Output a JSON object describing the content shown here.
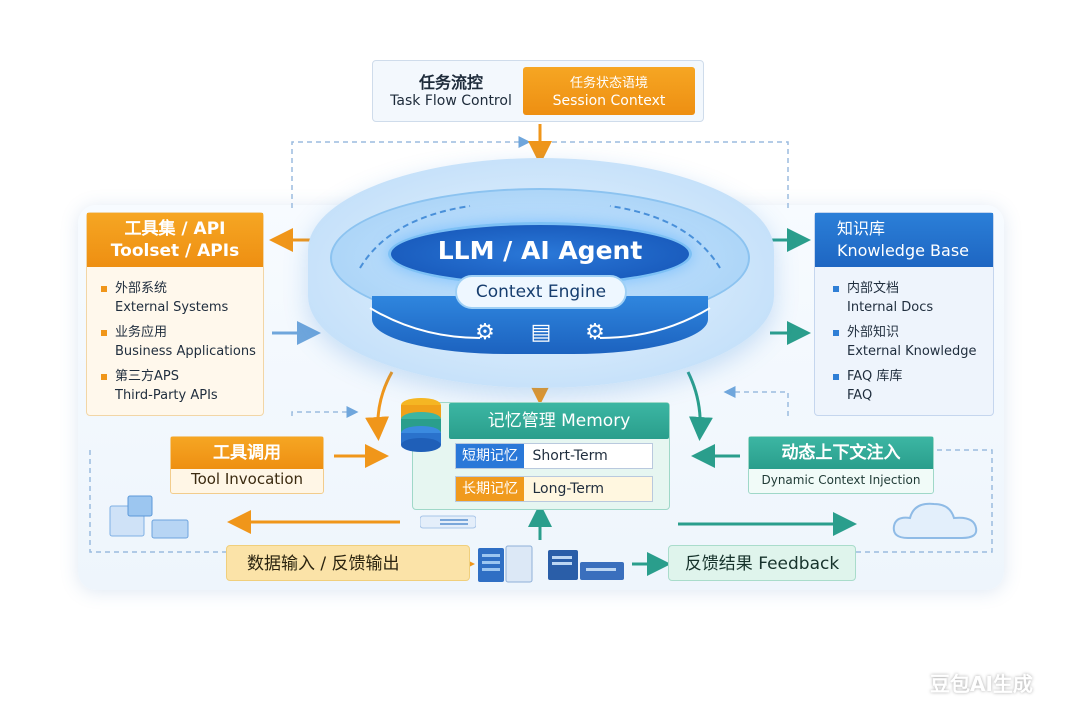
{
  "top": {
    "label_cn": "任务流控",
    "label_en": "Task Flow Control",
    "session_cn": "任务状态语境",
    "session_en": "Session Context"
  },
  "left": {
    "title_cn": "工具集 / API",
    "title_en": "Toolset / APIs",
    "items": [
      {
        "cn": "外部系统",
        "en": "External Systems"
      },
      {
        "cn": "业务应用",
        "en": "Business Applications"
      },
      {
        "cn": "第三方APS",
        "en": "Third-Party APIs"
      }
    ]
  },
  "right": {
    "title_cn": "知识库",
    "title_en": "Knowledge Base",
    "items": [
      {
        "cn": "内部文档",
        "en": "Internal Docs"
      },
      {
        "cn": "外部知识",
        "en": "External Knowledge"
      },
      {
        "cn": "FAQ 库库",
        "en": "FAQ"
      }
    ]
  },
  "center": {
    "title": "LLM / AI Agent",
    "subtitle": "Context Engine"
  },
  "memory": {
    "title": "记忆管理 Memory",
    "short_cn": "短期记忆",
    "short_en": "Short-Term",
    "long_cn": "长期记忆",
    "long_en": "Long-Term"
  },
  "tool": {
    "cn": "工具调用",
    "en": "Tool Invocation"
  },
  "dynamic": {
    "cn": "动态上下文注入",
    "en": "Dynamic Context Injection"
  },
  "bottom": {
    "left": "数据输入 / 反馈输出",
    "right": "反馈结果 Feedback"
  },
  "watermark": "豆包AI生成",
  "colors": {
    "orange": "#f0961a",
    "blue": "#1e66c2",
    "teal": "#2a9e8c"
  }
}
